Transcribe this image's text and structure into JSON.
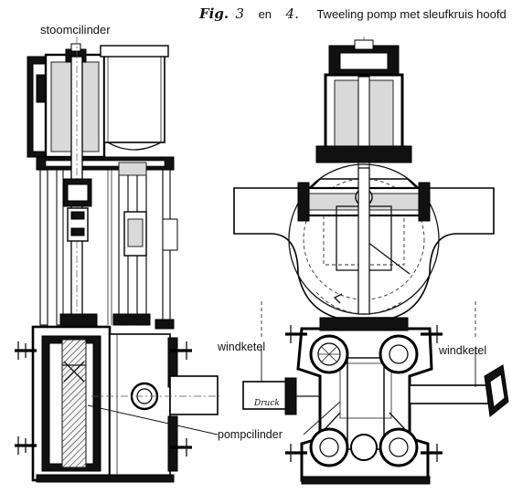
{
  "caption": {
    "fig_prefix": "Fig.",
    "fig_number_a": "3",
    "conjunction": "en",
    "fig_number_b": "4.",
    "title": "Tweeling pomp met sleufkruis hoofd"
  },
  "labels": {
    "steam_cylinder": "stoomcilinder",
    "air_vessel_left": "windketel",
    "air_vessel_right": "windketel",
    "pump_cylinder": "pompcilinder",
    "druck_plate": "Druck"
  },
  "colors": {
    "ink": "#111111",
    "paper": "#ffffff",
    "shade": "#d9d9d9"
  }
}
